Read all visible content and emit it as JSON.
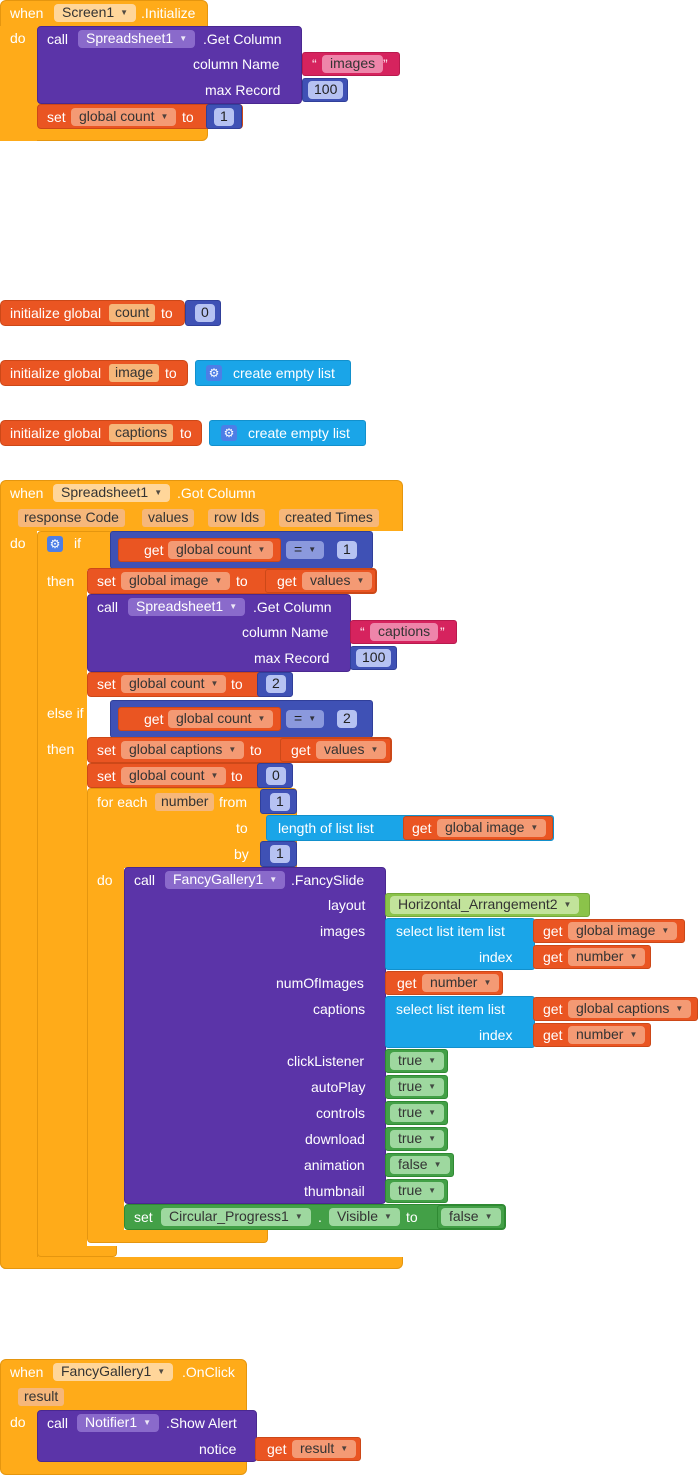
{
  "screen1_initialize": {
    "when": "when",
    "component": "Screen1",
    "event": ".Initialize",
    "do": "do",
    "call": "call",
    "call_component": "Spreadsheet1",
    "method": ".Get Column",
    "column_name_label": "column Name",
    "column_name_value": "images",
    "max_record_label": "max Record",
    "max_record_value": "100",
    "set": "set",
    "set_var": "global count",
    "to": "to",
    "set_value": "1"
  },
  "globals": [
    {
      "label": "initialize global",
      "name": "count",
      "to": "to",
      "value": "0"
    },
    {
      "label": "initialize global",
      "name": "image",
      "to": "to",
      "value": "create empty list"
    },
    {
      "label": "initialize global",
      "name": "captions",
      "to": "to",
      "value": "create empty list"
    }
  ],
  "got_column": {
    "when": "when",
    "component": "Spreadsheet1",
    "event": ".Got Column",
    "params": [
      "response Code",
      "values",
      "row Ids",
      "created Times"
    ],
    "do": "do",
    "if": "if",
    "then": "then",
    "else_if": "else if",
    "cond1": {
      "get": "get",
      "var": "global count",
      "op": "=",
      "value": "1"
    },
    "then1": {
      "set": "set",
      "var": "global image",
      "to": "to",
      "get": "get",
      "get_var": "values",
      "call": "call",
      "call_component": "Spreadsheet1",
      "method": ".Get Column",
      "column_name_label": "column Name",
      "column_name_value": "captions",
      "max_record_label": "max Record",
      "max_record_value": "100",
      "set2_var": "global count",
      "set2_value": "2"
    },
    "cond2": {
      "get": "get",
      "var": "global count",
      "op": "=",
      "value": "2"
    },
    "then2": {
      "set": "set",
      "var": "global captions",
      "to": "to",
      "get": "get",
      "get_var": "values",
      "set2_var": "global count",
      "set2_value": "0",
      "for_each": "for each",
      "loop_var": "number",
      "from": "from",
      "from_value": "1",
      "to_label": "to",
      "length_label": "length of list  list",
      "length_get": "get",
      "length_var": "global image",
      "by": "by",
      "by_value": "1",
      "do": "do",
      "call": "call",
      "call_component": "FancyGallery1",
      "method": ".FancySlide",
      "layout_label": "layout",
      "layout_value": "Horizontal_Arrangement2",
      "images_label": "images",
      "select_label": "select list item  list",
      "index_label": "index",
      "images_list_var": "global image",
      "index_var": "number",
      "num_label": "numOfImages",
      "num_var": "number",
      "captions_label": "captions",
      "captions_list_var": "global captions",
      "bools": [
        {
          "label": "clickListener",
          "value": "true"
        },
        {
          "label": "autoPlay",
          "value": "true"
        },
        {
          "label": "controls",
          "value": "true"
        },
        {
          "label": "download",
          "value": "true"
        },
        {
          "label": "animation",
          "value": "false"
        },
        {
          "label": "thumbnail",
          "value": "true"
        }
      ],
      "set_component": "Circular_Progress1",
      "dot": ".",
      "property": "Visible",
      "set_value": "false"
    }
  },
  "onclick": {
    "when": "when",
    "component": "FancyGallery1",
    "event": ".OnClick",
    "param": "result",
    "do": "do",
    "call": "call",
    "call_component": "Notifier1",
    "method": ".Show Alert",
    "notice_label": "notice",
    "get": "get",
    "get_var": "result"
  },
  "colors": {
    "event": "#ffab19",
    "procedure": "#5b34a8",
    "variable": "#ea5522",
    "text": "#d6235e",
    "math": "#3f51b5",
    "list": "#1aa5e8",
    "logic": "#43a047",
    "component": "#8bc34a"
  }
}
